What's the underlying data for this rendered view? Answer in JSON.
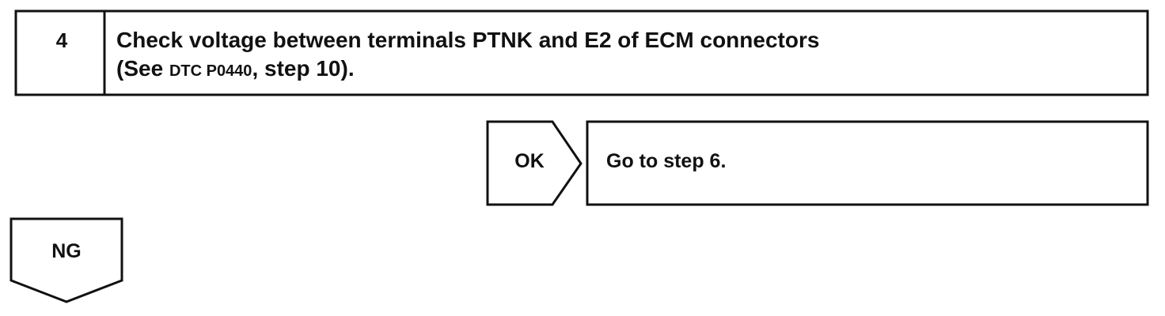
{
  "step": {
    "number": "4",
    "line1": "Check voltage between terminals PTNK and E2 of ECM connectors",
    "line2_prefix": "(See ",
    "line2_ref": "DTC P0440",
    "line2_suffix": ", step 10)."
  },
  "ok_branch": {
    "label": "OK",
    "text": "Go to step 6."
  },
  "ng_branch": {
    "label": "NG"
  },
  "colors": {
    "stroke": "#111111",
    "background": "#ffffff"
  }
}
